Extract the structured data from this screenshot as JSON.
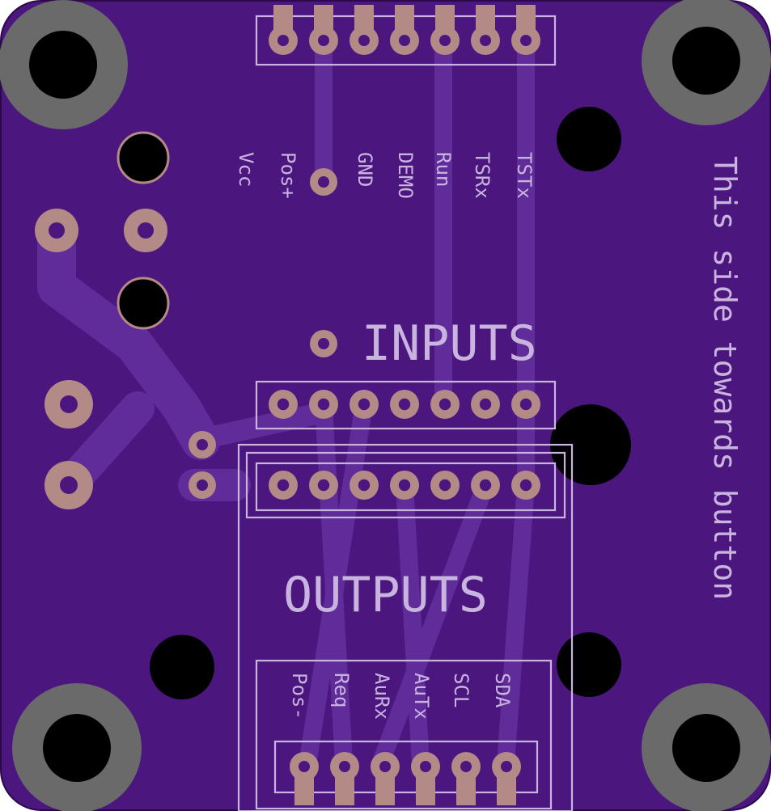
{
  "board": {
    "title_inputs": "INPUTS",
    "title_outputs": "OUTPUTS",
    "side_note": "This side towards button",
    "top_header_pins": [
      "Vcc",
      "Pos+",
      "GND",
      "DEMO",
      "Run",
      "TSRx",
      "TSTx"
    ],
    "bottom_header_pins": [
      "Pos-",
      "Req",
      "AuRx",
      "AuTx",
      "SCL",
      "SDA"
    ]
  },
  "colors": {
    "board": "#4c167f",
    "board_edge": "#2a0a48",
    "silkscreen": "#c9b3df",
    "trace": "#5f2c9a",
    "pad_copper": "#b38a86",
    "mount_ring": "#6a6a6a",
    "hole": "#000000"
  }
}
